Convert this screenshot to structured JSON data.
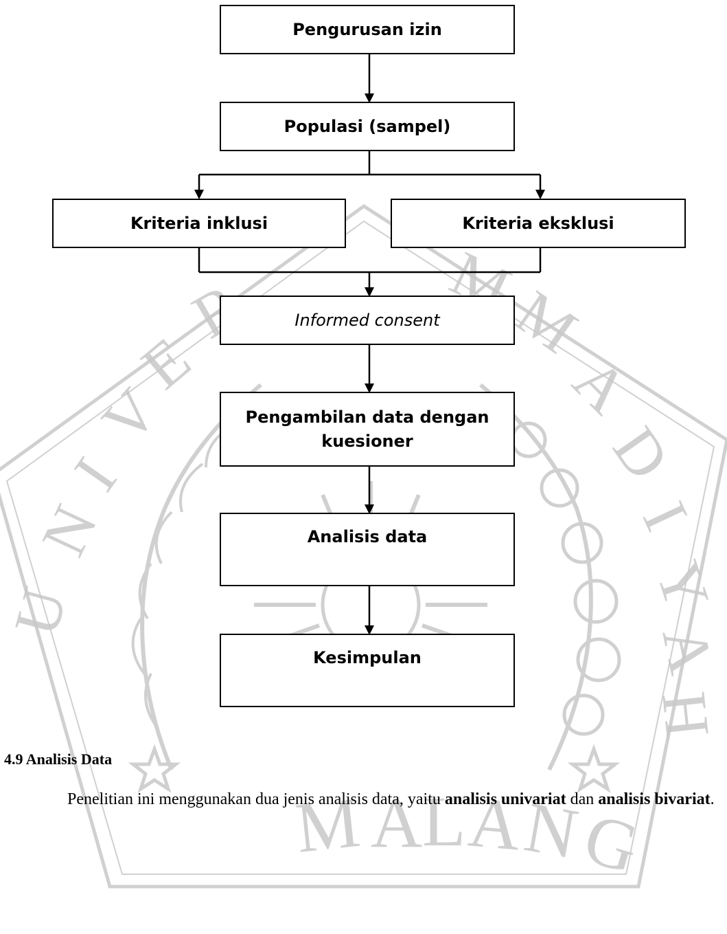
{
  "flowchart": {
    "steps": {
      "izin": "Pengurusan izin",
      "populasi": "Populasi (sampel)",
      "inklusi": "Kriteria inklusi",
      "eksklusi": "Kriteria eksklusi",
      "consent": "Informed consent",
      "pengambilan": "Pengambilan data dengan kuesioner",
      "analisis": "Analisis data",
      "kesimpulan": "Kesimpulan"
    }
  },
  "section": {
    "heading": "4.9 Analisis Data",
    "paragraph": {
      "part1": "Penelitian ini menggunakan dua jenis analisis data, yaitu ",
      "bold1": "analisis univariat",
      "part2": " dan ",
      "bold2": "analisis bivariat",
      "part3": "."
    }
  },
  "watermark": {
    "top_text": "UNIVERSITAS MUHAMMADIYAH",
    "bottom_text": "MALANG",
    "color": "#c8c8c8"
  }
}
